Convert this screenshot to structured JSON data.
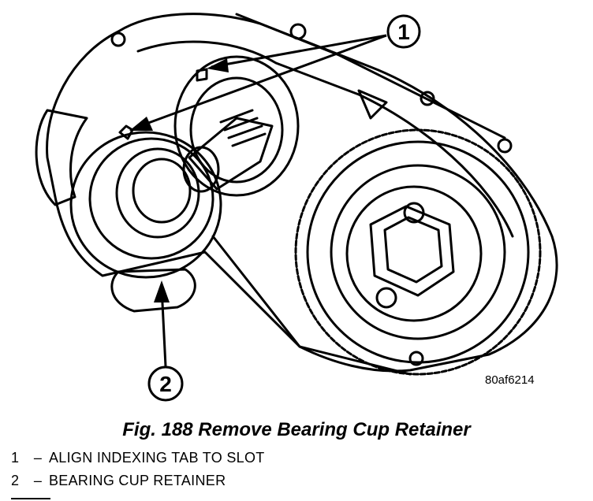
{
  "callouts": [
    {
      "number": "1"
    },
    {
      "number": "2"
    }
  ],
  "figure_code": "80af6214",
  "caption": "Fig. 188 Remove Bearing Cup Retainer",
  "legend": [
    {
      "number": "1",
      "dash": "–",
      "text": "ALIGN INDEXING TAB TO SLOT"
    },
    {
      "number": "2",
      "dash": "–",
      "text": "BEARING CUP RETAINER"
    }
  ]
}
